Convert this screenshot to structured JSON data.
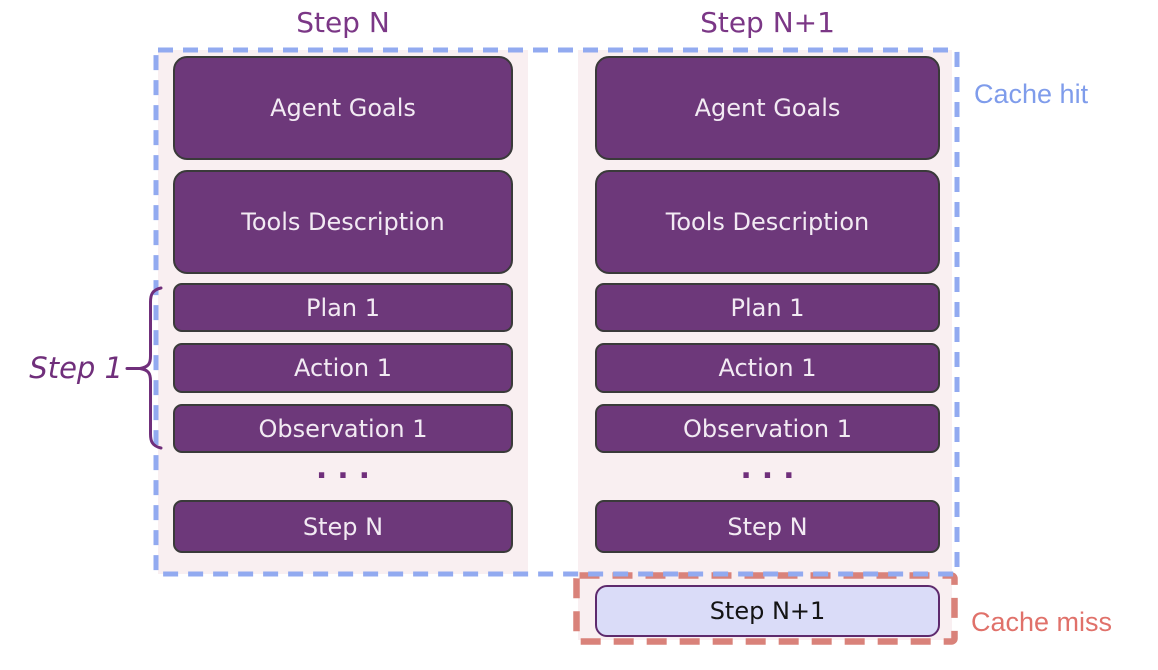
{
  "columns": [
    {
      "title": "Step N",
      "boxes": [
        "Agent Goals",
        "Tools Description",
        "Plan 1",
        "Action 1",
        "Observation 1"
      ],
      "ellipsis": "...",
      "last_box": "Step N"
    },
    {
      "title": "Step N+1",
      "boxes": [
        "Agent Goals",
        "Tools Description",
        "Plan 1",
        "Action 1",
        "Observation 1"
      ],
      "ellipsis": "...",
      "last_box": "Step N",
      "new_step_box": "Step N+1"
    }
  ],
  "annotations": {
    "cache_hit": "Cache hit",
    "cache_miss": "Cache miss",
    "step_1": "Step 1"
  },
  "colors": {
    "box_purple": "#6d387a",
    "box_border": "#3a3a3a",
    "box_text": "#f2eaf3",
    "panel_pink": "#f9eff1",
    "cache_hit_blue": "#92aaf0",
    "cache_hit_text": "#7f9ceb",
    "cache_miss_red": "#d9827a",
    "cache_miss_text": "#e0716a",
    "new_step_fill": "#dadcf8",
    "new_step_border": "#5e2a6d",
    "title_purple": "#7b3786",
    "bracket_purple": "#702f7b"
  }
}
